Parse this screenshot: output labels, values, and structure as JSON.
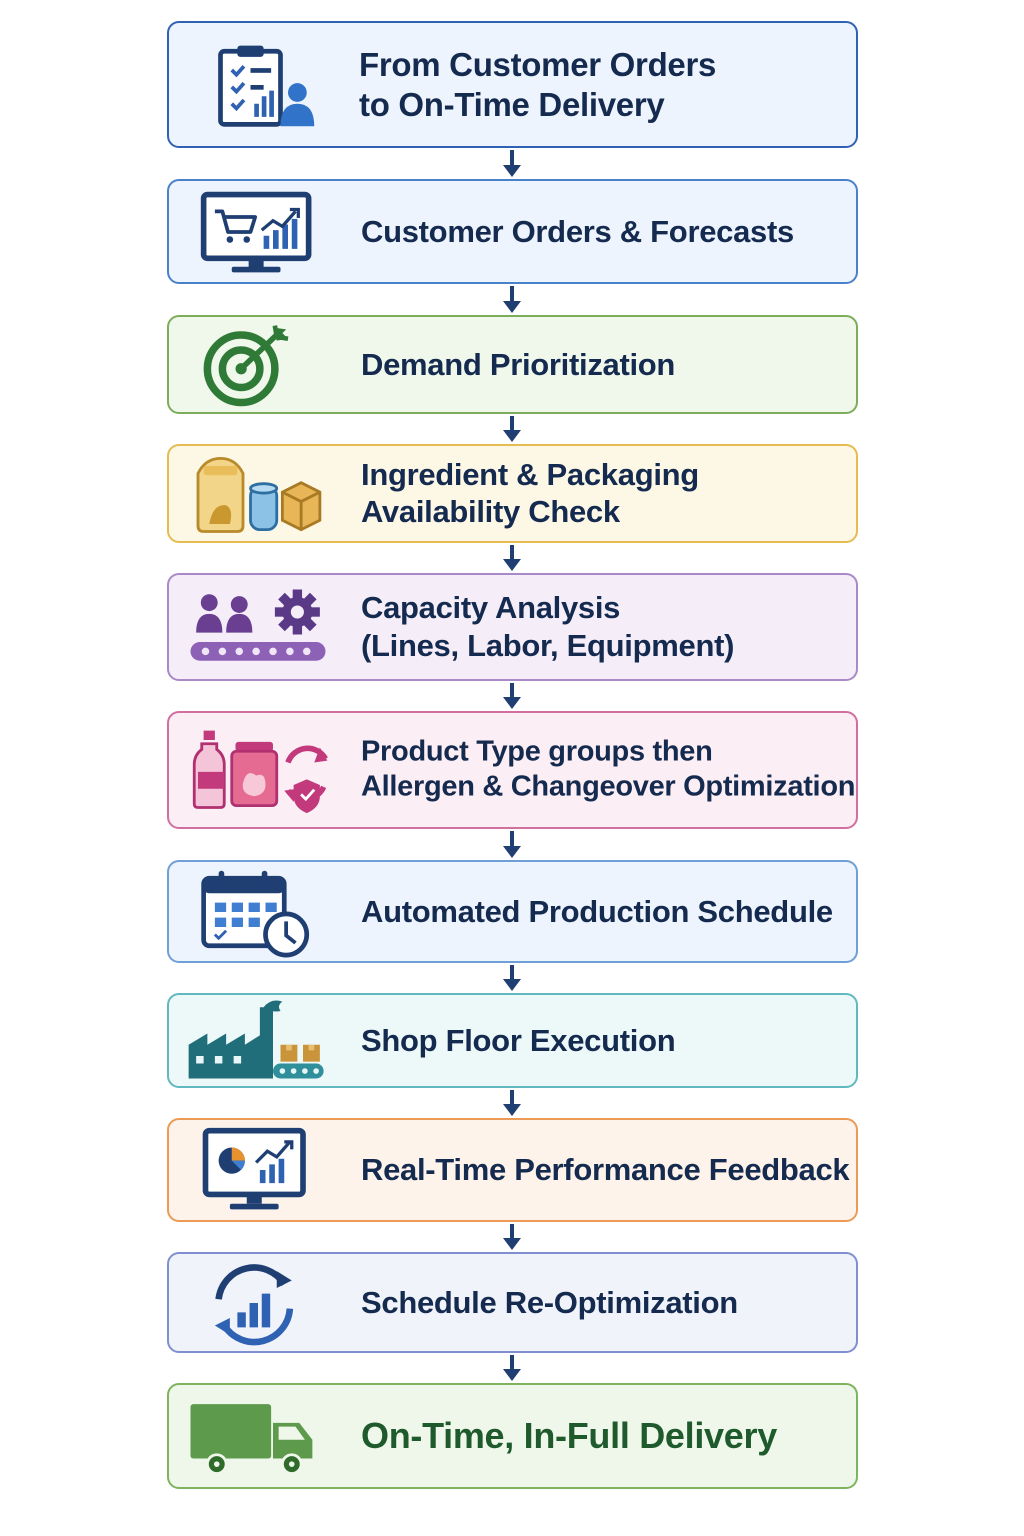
{
  "steps": [
    {
      "icon": "checklist-clipboard-user-icon",
      "lines": [
        "From Customer Orders",
        "to On-Time Delivery"
      ],
      "color": "#2f62b3",
      "fill": "#eef4fd",
      "text_color": "#152a4f"
    },
    {
      "icon": "monitor-cart-chart-icon",
      "lines": [
        "Customer Orders & Forecasts"
      ],
      "color": "#4a82c9",
      "fill": "#eef4fd",
      "text_color": "#152a4f"
    },
    {
      "icon": "target-arrow-icon",
      "lines": [
        "Demand Prioritization"
      ],
      "color": "#7cad5a",
      "fill": "#f0f7eb",
      "text_color": "#152a4f"
    },
    {
      "icon": "ingredient-bag-can-box-icon",
      "lines": [
        "Ingredient & Packaging",
        "Availability Check"
      ],
      "color": "#e5bb52",
      "fill": "#fdf7e6",
      "text_color": "#152a4f"
    },
    {
      "icon": "workers-gear-conveyor-icon",
      "lines": [
        "Capacity Analysis",
        "(Lines, Labor, Equipment)"
      ],
      "color": "#a98ac6",
      "fill": "#f5eef9",
      "text_color": "#152a4f"
    },
    {
      "icon": "bottle-jar-changeover-shield-icon",
      "lines": [
        "Product Type groups then",
        "Allergen & Changeover Optimization"
      ],
      "color": "#d06fa0",
      "fill": "#fbeef4",
      "text_color": "#152a4f"
    },
    {
      "icon": "calendar-clock-icon",
      "lines": [
        "Automated Production Schedule"
      ],
      "color": "#6e9fd6",
      "fill": "#eef4fd",
      "text_color": "#152a4f"
    },
    {
      "icon": "factory-conveyor-icon",
      "lines": [
        "Shop Floor Execution"
      ],
      "color": "#62b8bf",
      "fill": "#edf8f9",
      "text_color": "#152a4f"
    },
    {
      "icon": "monitor-pie-chart-icon",
      "lines": [
        "Real-Time Performance Feedback"
      ],
      "color": "#eb9b55",
      "fill": "#fdf3ea",
      "text_color": "#152a4f"
    },
    {
      "icon": "refresh-bar-chart-icon",
      "lines": [
        "Schedule Re-Optimization"
      ],
      "color": "#7f8fd0",
      "fill": "#f1f3fb",
      "text_color": "#152a4f"
    },
    {
      "icon": "delivery-truck-icon",
      "lines": [
        "On-Time, In-Full Delivery"
      ],
      "color": "#7eb460",
      "fill": "#eff7ea",
      "text_color": "#1e5a2b"
    }
  ],
  "arrow_color": "#1f3f73"
}
